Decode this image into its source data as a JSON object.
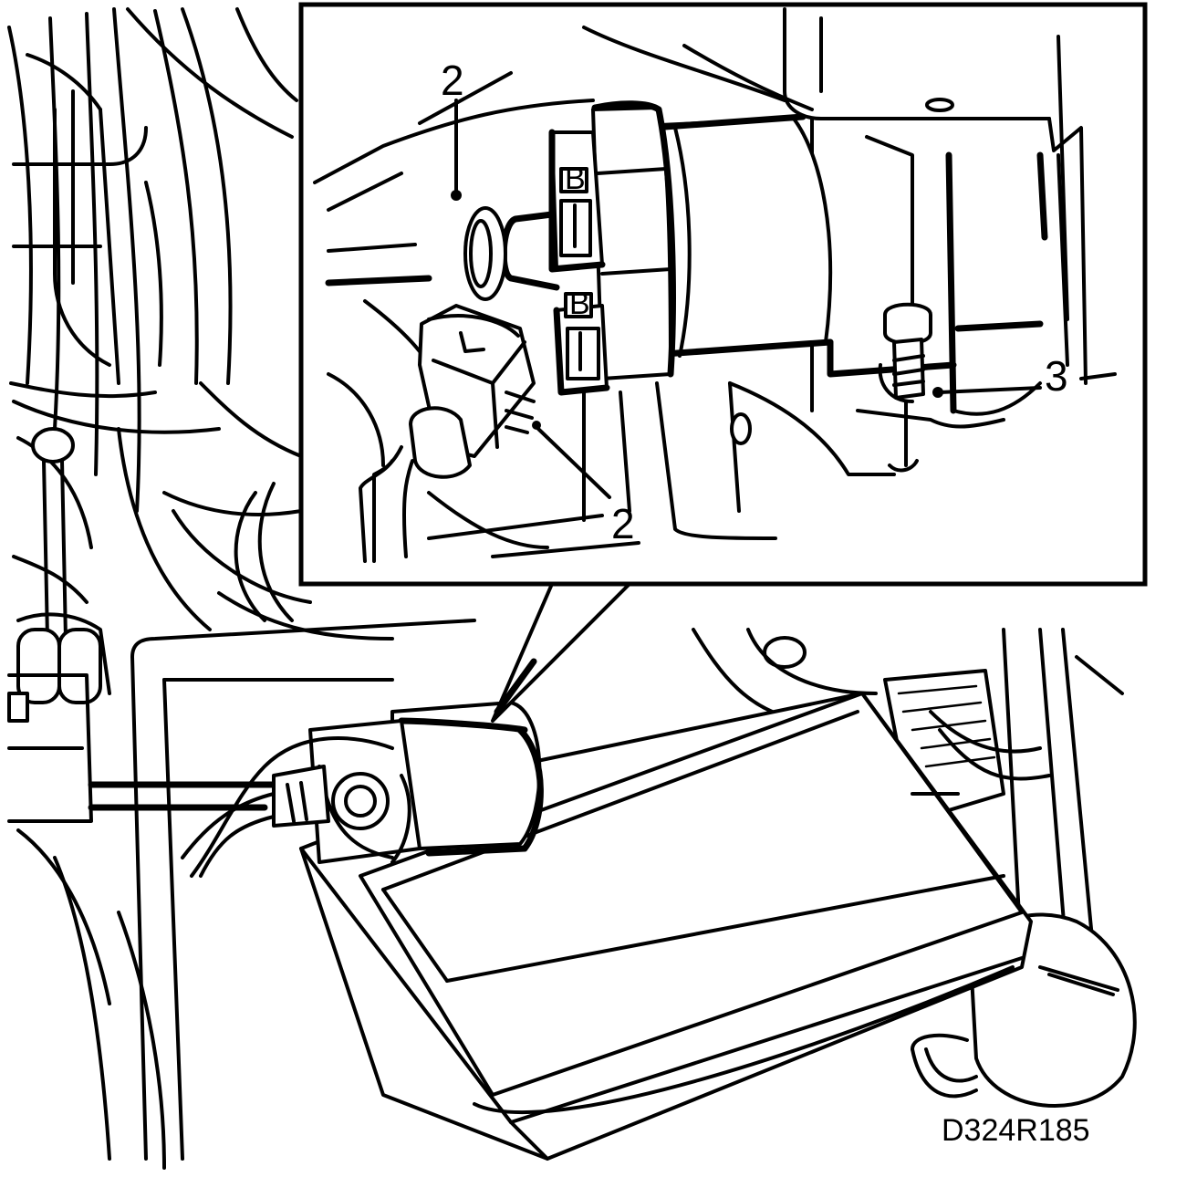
{
  "callouts": {
    "top_left": "2",
    "bottom": "2",
    "right": "3"
  },
  "connector_letter": "B",
  "drawing_code": "D324R185"
}
